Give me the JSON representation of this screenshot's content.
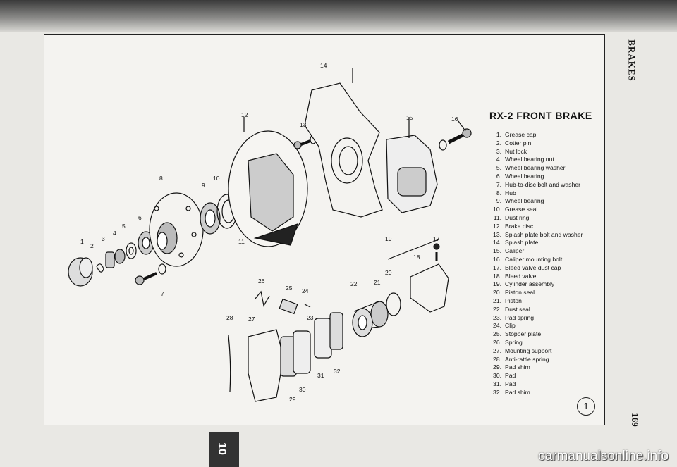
{
  "side_header": "BRAKES",
  "page_number": "169",
  "section_tab": "10",
  "watermark": "carmanualsonline.info",
  "diagram": {
    "title": "RX-2 FRONT BRAKE",
    "circled_number": "1",
    "callouts": [
      "1",
      "2",
      "3",
      "4",
      "5",
      "6",
      "7",
      "8",
      "9",
      "10",
      "11",
      "12",
      "13",
      "14",
      "15",
      "16",
      "17",
      "18",
      "19",
      "20",
      "21",
      "22",
      "23",
      "24",
      "25",
      "26",
      "27",
      "28",
      "29",
      "30",
      "31",
      "32"
    ],
    "parts": [
      {
        "num": "1.",
        "name": "Grease cap"
      },
      {
        "num": "2.",
        "name": "Cotter pin"
      },
      {
        "num": "3.",
        "name": "Nut lock"
      },
      {
        "num": "4.",
        "name": "Wheel bearing nut"
      },
      {
        "num": "5.",
        "name": "Wheel bearing washer"
      },
      {
        "num": "6.",
        "name": "Wheel bearing"
      },
      {
        "num": "7.",
        "name": "Hub-to-disc bolt and washer"
      },
      {
        "num": "8.",
        "name": "Hub"
      },
      {
        "num": "9.",
        "name": "Wheel bearing"
      },
      {
        "num": "10.",
        "name": "Grease seal"
      },
      {
        "num": "11.",
        "name": "Dust ring"
      },
      {
        "num": "12.",
        "name": "Brake disc"
      },
      {
        "num": "13.",
        "name": "Splash plate bolt and washer"
      },
      {
        "num": "14.",
        "name": "Splash plate"
      },
      {
        "num": "15.",
        "name": "Caliper"
      },
      {
        "num": "16.",
        "name": "Caliper mounting bolt"
      },
      {
        "num": "17.",
        "name": "Bleed valve dust cap"
      },
      {
        "num": "18.",
        "name": "Bleed valve"
      },
      {
        "num": "19.",
        "name": "Cylinder assembly"
      },
      {
        "num": "20.",
        "name": "Piston seal"
      },
      {
        "num": "21.",
        "name": "Piston"
      },
      {
        "num": "22.",
        "name": "Dust seal"
      },
      {
        "num": "23.",
        "name": "Pad spring"
      },
      {
        "num": "24.",
        "name": "Clip"
      },
      {
        "num": "25.",
        "name": "Stopper plate"
      },
      {
        "num": "26.",
        "name": "Spring"
      },
      {
        "num": "27.",
        "name": "Mounting support"
      },
      {
        "num": "28.",
        "name": "Anti-rattle spring"
      },
      {
        "num": "29.",
        "name": "Pad shim"
      },
      {
        "num": "30.",
        "name": "Pad"
      },
      {
        "num": "31.",
        "name": "Pad"
      },
      {
        "num": "32.",
        "name": "Pad shim"
      }
    ]
  }
}
